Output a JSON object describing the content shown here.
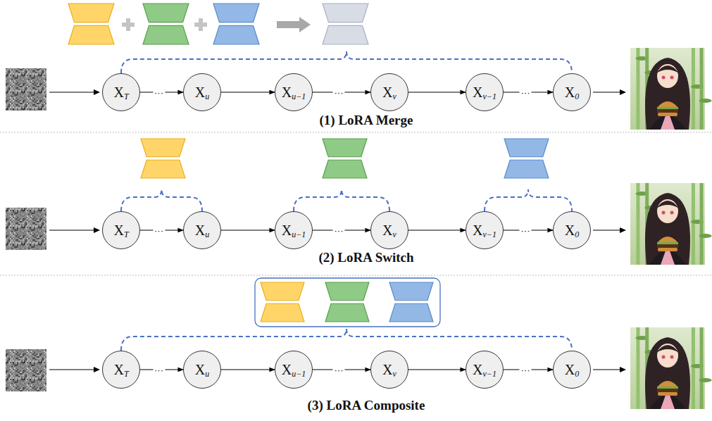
{
  "diagram": {
    "nodes": [
      {
        "text": [
          "X",
          "T"
        ]
      },
      {
        "text": [
          "X",
          "u"
        ]
      },
      {
        "text": [
          "X",
          "u−1"
        ]
      },
      {
        "text": [
          "X",
          "v"
        ]
      },
      {
        "text": [
          "X",
          "v−1"
        ]
      },
      {
        "text": [
          "X",
          "0"
        ]
      },
      {
        "text": [
          "X",
          "T"
        ]
      },
      {
        "text": [
          "X",
          "u"
        ]
      },
      {
        "text": [
          "X",
          "u−1"
        ]
      },
      {
        "text": [
          "X",
          "v"
        ]
      },
      {
        "text": [
          "X",
          "v−1"
        ]
      },
      {
        "text": [
          "X",
          "0"
        ]
      },
      {
        "text": [
          "X",
          "T"
        ]
      },
      {
        "text": [
          "X",
          "u"
        ]
      },
      {
        "text": [
          "X",
          "u−1"
        ]
      },
      {
        "text": [
          "X",
          "v"
        ]
      },
      {
        "text": [
          "X",
          "v−1"
        ]
      },
      {
        "text": [
          "X",
          "0"
        ]
      }
    ],
    "edges": [
      {
        "from": 0,
        "to": 1,
        "arrow": "to",
        "label": "···"
      },
      {
        "from": 1,
        "to": 2,
        "arrow": "to"
      },
      {
        "from": 2,
        "to": 3,
        "arrow": "to",
        "label": "···"
      },
      {
        "from": 3,
        "to": 4,
        "arrow": "to"
      },
      {
        "from": 4,
        "to": 5,
        "arrow": "to",
        "label": "···"
      },
      {
        "from": 6,
        "to": 7,
        "arrow": "to",
        "label": "···"
      },
      {
        "from": 7,
        "to": 8,
        "arrow": "to"
      },
      {
        "from": 8,
        "to": 9,
        "arrow": "to",
        "label": "···"
      },
      {
        "from": 9,
        "to": 10,
        "arrow": "to"
      },
      {
        "from": 10,
        "to": 11,
        "arrow": "to",
        "label": "···"
      },
      {
        "from": 12,
        "to": 13,
        "arrow": "to",
        "label": "···"
      },
      {
        "from": 13,
        "to": 14,
        "arrow": "to"
      },
      {
        "from": 14,
        "to": 15,
        "arrow": "to",
        "label": "···"
      },
      {
        "from": 15,
        "to": 16,
        "arrow": "to"
      },
      {
        "from": 16,
        "to": 17,
        "arrow": "to",
        "label": "···"
      }
    ],
    "labels": [
      "(1) LoRA Merge",
      "(2) LoRA Switch",
      "(3) LoRA Composite"
    ]
  }
}
